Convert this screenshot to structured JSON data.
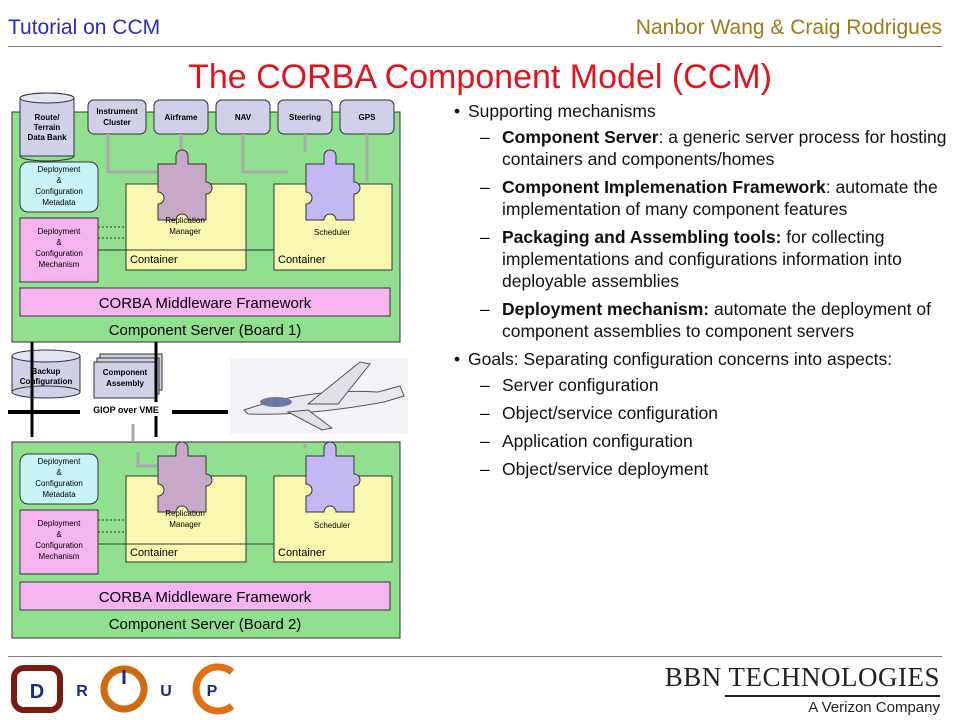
{
  "header": {
    "left": "Tutorial on CCM",
    "right": "Nanbor Wang & Craig Rodrigues"
  },
  "title": "The CORBA Component Model (CCM)",
  "diagram": {
    "top_boxes": [
      "Route/",
      "Terrain",
      "Data Bank",
      "Instrument",
      "Cluster",
      "Airframe",
      "NAV",
      "Steering",
      "GPS"
    ],
    "dc_metadata": [
      "Deployment",
      "&",
      "Configuration",
      "Metadata"
    ],
    "dc_mechanism": [
      "Deployment",
      "&",
      "Configuration",
      "Mechanism"
    ],
    "replication": [
      "Replication",
      "Manager"
    ],
    "scheduler": "Scheduler",
    "container": "Container",
    "middleware": "CORBA Middleware Framework",
    "server1": "Component Server (Board 1)",
    "server2": "Component Server (Board 2)",
    "backup": [
      "Backup",
      "Configuration"
    ],
    "assembly": [
      "Component",
      "Assembly"
    ],
    "giop": "GIOP over VME"
  },
  "content": {
    "bullet1": "Supporting mechanisms",
    "items": [
      {
        "bold": "Component Server",
        "rest": ": a generic server process for hosting containers and components/homes"
      },
      {
        "bold": "Component Implemenation Framework",
        "rest": ": automate the implementation of many component features"
      },
      {
        "bold": "Packaging and Assembling tools:",
        "rest": " for collecting implementations and configurations information into deployable assemblies"
      },
      {
        "bold": "Deployment mechanism:",
        "rest": " automate the deployment of component assemblies to component servers"
      }
    ],
    "bullet2": "Goals: Separating configuration concerns into aspects:",
    "goals": [
      "Server configuration",
      "Object/service configuration",
      "Application configuration",
      "Object/service deployment"
    ]
  },
  "footer": {
    "logo_letters": [
      "D",
      "R",
      "U",
      "P"
    ],
    "company": "BBN TECHNOLOGIES",
    "tagline": "A Verizon Company"
  },
  "colors": {
    "header_left": "#2b2bb8",
    "header_right": "#9c7a14",
    "title": "#e0141e",
    "board": "#90e090",
    "middleware": "#f5b4f0"
  }
}
